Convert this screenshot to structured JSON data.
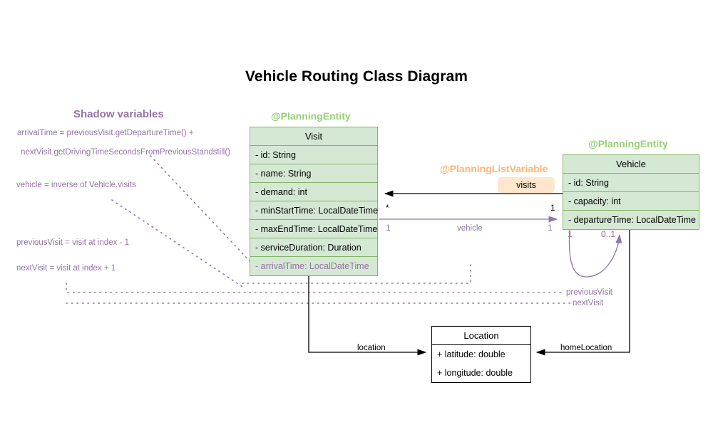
{
  "page": {
    "title": "Vehicle Routing Class Diagram"
  },
  "shadow_panel": {
    "heading": "Shadow variables",
    "lines": [
      "arrivalTime = previousVisit.getDepartureTime() +",
      "nextVisit.getDrivingTimeSecondsFromPreviousStandstill()",
      "vehicle = inverse of Vehicle.visits",
      "previousVisit = visit at index - 1",
      "nextVisit = visit at index + 1"
    ]
  },
  "stereotypes": {
    "visit_entity": "@PlanningEntity",
    "vehicle_entity": "@PlanningEntity",
    "planning_list_variable": "@PlanningListVariable"
  },
  "classes": {
    "visit": {
      "name": "Visit",
      "attributes": [
        "- id: String",
        "- name: String",
        "- demand: int",
        "- minStartTime: LocalDateTime",
        "- maxEndTime: LocalDateTime",
        "- serviceDuration: Duration",
        "- arrivalTime: LocalDateTime"
      ],
      "shadow_attribute_index": 6
    },
    "vehicle": {
      "name": "Vehicle",
      "attributes": [
        "- id: String",
        "- capacity: int",
        "- departureTime: LocalDateTime"
      ]
    },
    "location": {
      "name": "Location",
      "attributes": [
        "+ latitude: double",
        "+ longitude: double"
      ]
    }
  },
  "relations": {
    "visits": {
      "label": "visits",
      "source_multiplicity": "1",
      "target_multiplicity": "*"
    },
    "vehicle": {
      "label": "vehicle",
      "source_multiplicity": "1",
      "target_multiplicity": "1"
    },
    "vehicle_self": {
      "source_multiplicity": "1",
      "target_multiplicity": "0..1"
    },
    "previous_visit": {
      "label": "previousVisit"
    },
    "next_visit": {
      "label": "nextVisit"
    },
    "location": {
      "label": "location"
    },
    "home_location": {
      "label": "homeLocation"
    }
  },
  "colors": {
    "entity_fill": "#d5e8d4",
    "entity_stroke": "#82b366",
    "shadow_purple": "#9673a6",
    "stereotype_green": "#97d077",
    "stereotype_orange": "#ffb570",
    "badge_fill": "#ffe6cc",
    "plain_stroke": "#000000"
  }
}
